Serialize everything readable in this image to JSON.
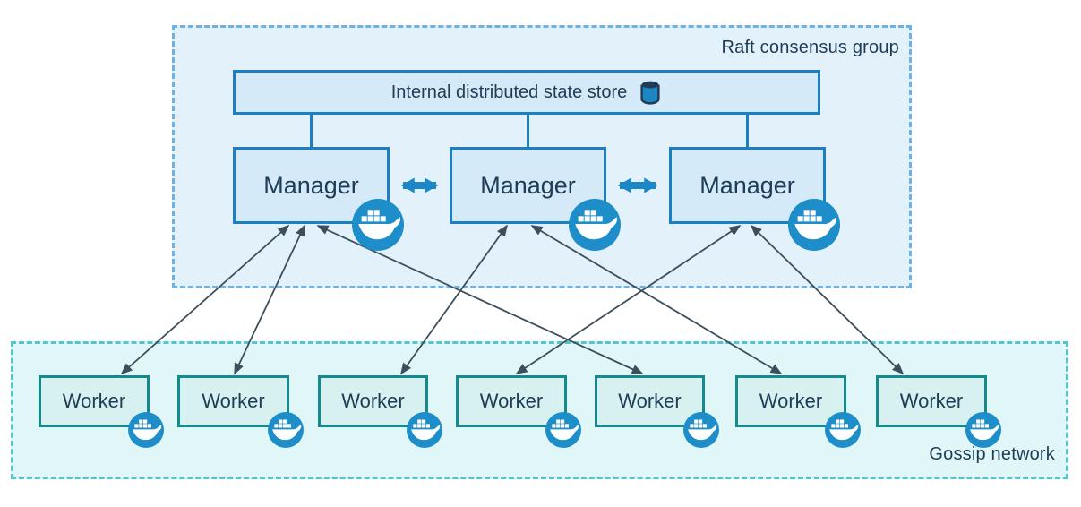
{
  "raft_group": {
    "label": "Raft consensus group",
    "state_store": {
      "label": "Internal distributed state store",
      "icon": "database-cylinder-icon"
    },
    "managers": [
      {
        "id": "manager-1",
        "label": "Manager",
        "icon": "docker-whale-icon"
      },
      {
        "id": "manager-2",
        "label": "Manager",
        "icon": "docker-whale-icon"
      },
      {
        "id": "manager-3",
        "label": "Manager",
        "icon": "docker-whale-icon"
      }
    ]
  },
  "gossip_network": {
    "label": "Gossip network",
    "workers": [
      {
        "id": "worker-1",
        "label": "Worker",
        "icon": "docker-whale-icon"
      },
      {
        "id": "worker-2",
        "label": "Worker",
        "icon": "docker-whale-icon"
      },
      {
        "id": "worker-3",
        "label": "Worker",
        "icon": "docker-whale-icon"
      },
      {
        "id": "worker-4",
        "label": "Worker",
        "icon": "docker-whale-icon"
      },
      {
        "id": "worker-5",
        "label": "Worker",
        "icon": "docker-whale-icon"
      },
      {
        "id": "worker-6",
        "label": "Worker",
        "icon": "docker-whale-icon"
      },
      {
        "id": "worker-7",
        "label": "Worker",
        "icon": "docker-whale-icon"
      }
    ]
  },
  "connections": {
    "state_store_links": [
      "manager-1",
      "manager-2",
      "manager-3"
    ],
    "manager_peer_links": [
      {
        "from": "manager-1",
        "to": "manager-2",
        "style": "thick-double-arrow"
      },
      {
        "from": "manager-2",
        "to": "manager-3",
        "style": "thick-double-arrow"
      }
    ],
    "worker_manager_links": [
      {
        "worker": "worker-1",
        "manager": "manager-1",
        "style": "thin-double-arrow"
      },
      {
        "worker": "worker-2",
        "manager": "manager-1",
        "style": "thin-double-arrow"
      },
      {
        "worker": "worker-3",
        "manager": "manager-2",
        "style": "thin-double-arrow"
      },
      {
        "worker": "worker-4",
        "manager": "manager-3",
        "style": "thin-double-arrow"
      },
      {
        "worker": "worker-5",
        "manager": "manager-1",
        "style": "thin-double-arrow"
      },
      {
        "worker": "worker-6",
        "manager": "manager-2",
        "style": "thin-double-arrow"
      },
      {
        "worker": "worker-7",
        "manager": "manager-3",
        "style": "thin-double-arrow"
      }
    ]
  },
  "colors": {
    "navy_text": "#1e3c56",
    "blue_border": "#1b7fc4",
    "blue_box_fill": "#d5eaf8",
    "raft_fill": "#e3f1fb",
    "raft_border": "#6fb1e0",
    "teal_border": "#128a8e",
    "worker_fill": "#d7f1f1",
    "gossip_fill": "#e0f6f7",
    "gossip_border": "#54c6cb",
    "docker_blue": "#1d8ec9",
    "thin_arrow": "#3d4f5d",
    "thick_arrow": "#1b86c8"
  }
}
